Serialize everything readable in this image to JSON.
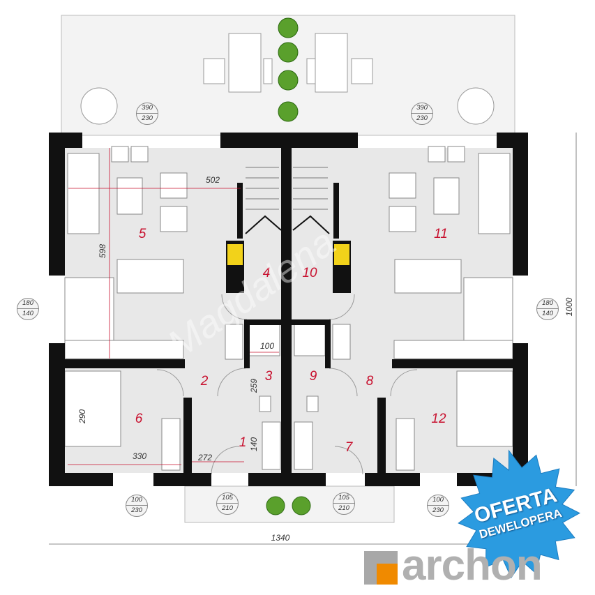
{
  "rooms": [
    "1",
    "2",
    "3",
    "4",
    "5",
    "6",
    "7",
    "8",
    "9",
    "10",
    "11",
    "12"
  ],
  "dimensions": {
    "living_width": "502",
    "living_depth": "598",
    "bath_width": "100",
    "bath_depth": "259",
    "bedroom_depth": "290",
    "bedroom_width": "330",
    "hall_width": "272",
    "entry_depth": "140",
    "total_depth": "1000",
    "total_width": "1340"
  },
  "openings": {
    "terrace_left": {
      "w": "390",
      "h": "230"
    },
    "terrace_right": {
      "w": "390",
      "h": "230"
    },
    "window_kitchen_left": {
      "w": "180",
      "h": "140"
    },
    "window_kitchen_right": {
      "w": "180",
      "h": "140"
    },
    "window_bed_left": {
      "w": "100",
      "h": "230"
    },
    "window_bed_right": {
      "w": "100",
      "h": "230"
    },
    "door_left": {
      "w": "105",
      "h": "210"
    },
    "door_right": {
      "w": "105",
      "h": "210"
    }
  },
  "watermark": "Magdalena",
  "badge": {
    "line1": "OFERTA",
    "line2": "DEWELOPERA",
    "color": "#2b9be0"
  },
  "logo": {
    "text": "archon",
    "accent": "#f08a00"
  }
}
